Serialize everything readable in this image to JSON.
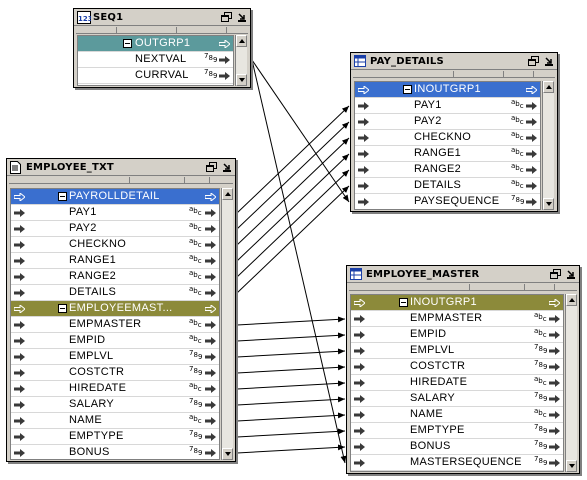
{
  "seq": {
    "title": "SEQ1",
    "group": "OUTGRP1",
    "ports": [
      {
        "name": "NEXTVAL",
        "type": "789"
      },
      {
        "name": "CURRVAL",
        "type": "789"
      }
    ]
  },
  "emp_txt": {
    "title": "EMPLOYEE_TXT",
    "groups": [
      {
        "name": "PAYROLLDETAIL",
        "ports": [
          {
            "name": "PAY1",
            "type": "abc"
          },
          {
            "name": "PAY2",
            "type": "abc"
          },
          {
            "name": "CHECKNO",
            "type": "abc"
          },
          {
            "name": "RANGE1",
            "type": "abc"
          },
          {
            "name": "RANGE2",
            "type": "abc"
          },
          {
            "name": "DETAILS",
            "type": "abc"
          }
        ]
      },
      {
        "name": "EMPLOYEEMAST...",
        "ports": [
          {
            "name": "EMPMASTER",
            "type": "abc"
          },
          {
            "name": "EMPID",
            "type": "abc"
          },
          {
            "name": "EMPLVL",
            "type": "789"
          },
          {
            "name": "COSTCTR",
            "type": "789"
          },
          {
            "name": "HIREDATE",
            "type": "abc"
          },
          {
            "name": "SALARY",
            "type": "789"
          },
          {
            "name": "NAME",
            "type": "abc"
          },
          {
            "name": "EMPTYPE",
            "type": "789"
          },
          {
            "name": "BONUS",
            "type": "789"
          }
        ]
      }
    ]
  },
  "pay": {
    "title": "PAY_DETAILS",
    "group": "INOUTGRP1",
    "ports": [
      {
        "name": "PAY1",
        "type": "abc"
      },
      {
        "name": "PAY2",
        "type": "abc"
      },
      {
        "name": "CHECKNO",
        "type": "abc"
      },
      {
        "name": "RANGE1",
        "type": "abc"
      },
      {
        "name": "RANGE2",
        "type": "abc"
      },
      {
        "name": "DETAILS",
        "type": "abc"
      },
      {
        "name": "PAYSEQUENCE",
        "type": "789"
      }
    ]
  },
  "master": {
    "title": "EMPLOYEE_MASTER",
    "group": "INOUTGRP1",
    "ports": [
      {
        "name": "EMPMASTER",
        "type": "abc"
      },
      {
        "name": "EMPID",
        "type": "abc"
      },
      {
        "name": "EMPLVL",
        "type": "789"
      },
      {
        "name": "COSTCTR",
        "type": "789"
      },
      {
        "name": "HIREDATE",
        "type": "abc"
      },
      {
        "name": "SALARY",
        "type": "789"
      },
      {
        "name": "NAME",
        "type": "abc"
      },
      {
        "name": "EMPTYPE",
        "type": "789"
      },
      {
        "name": "BONUS",
        "type": "789"
      },
      {
        "name": "MASTERSEQUENCE",
        "type": "789"
      }
    ]
  },
  "colors": {
    "group_blue": "#3a6fcf",
    "group_olive": "#8c8a3a",
    "group_teal": "#5c9a9c",
    "arrow_gray": "#3a3a3a",
    "wire": "#000000"
  }
}
